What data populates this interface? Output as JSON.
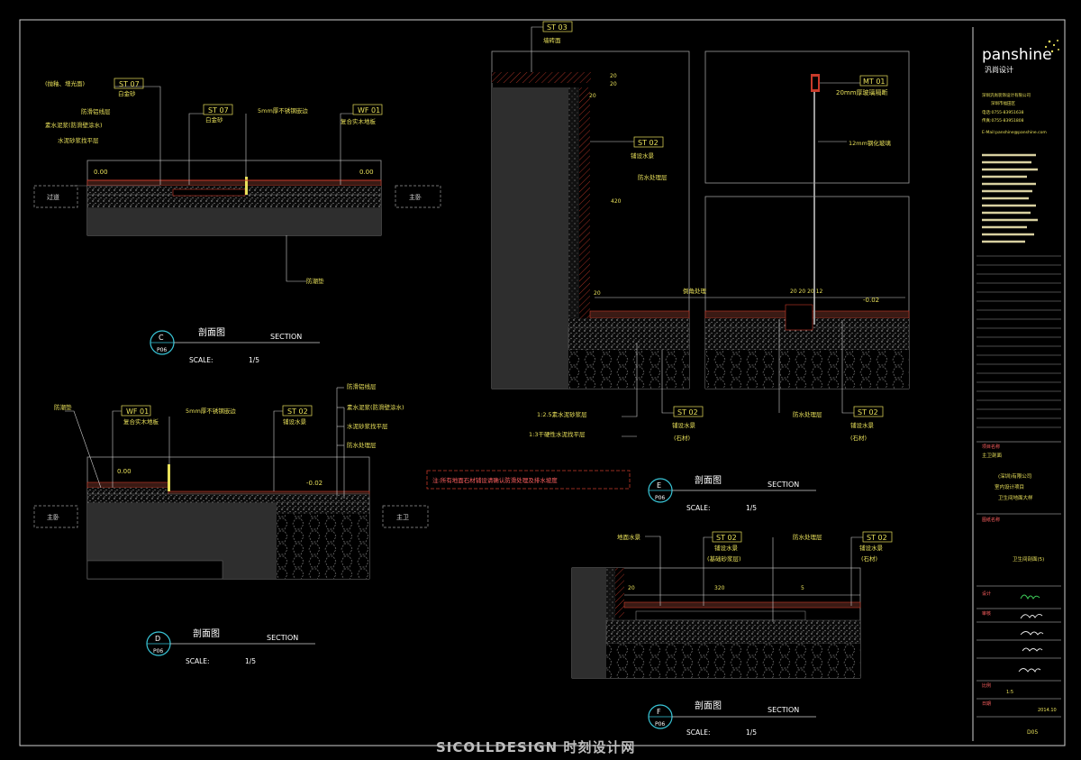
{
  "sections": {
    "c": {
      "tags": [
        "ST 07",
        "ST 07",
        "WF 01"
      ],
      "notes": [
        "(抛釉、增光面)",
        "白金砂",
        "防滑铝线层",
        "素水泥浆(防滑壁涂水)",
        "水泥砂浆找平层"
      ],
      "center_labels": [
        "白金砂",
        "5mm厚不锈钢嵌边"
      ],
      "right_notes": [
        "复合实木地板"
      ],
      "levels": [
        "0.00",
        "0.00"
      ],
      "rooms": [
        "过道",
        "主卧"
      ],
      "bottom_note": "防潮垫",
      "title_cn": "剖面图",
      "title_en": "SECTION",
      "scale_label": "SCALE:",
      "scale_value": "1/5",
      "bubble_letter": "C",
      "bubble_ref": "P06"
    },
    "d": {
      "tags": [
        "WF 01",
        "ST 02"
      ],
      "notes": [
        "防潮垫",
        "复合实木地板",
        "5mm厚不锈钢嵌边",
        "铺设水景"
      ],
      "right_notes": [
        "防滑铝线层",
        "素水泥浆(防滑壁涂水)",
        "水泥砂浆找平层",
        "防水处理层"
      ],
      "levels": [
        "0.00",
        "-0.02"
      ],
      "rooms": [
        "主卧",
        "主卫"
      ],
      "title_cn": "剖面图",
      "title_en": "SECTION",
      "scale_label": "SCALE:",
      "scale_value": "1/5",
      "bubble_letter": "D",
      "bubble_ref": "P06"
    },
    "e": {
      "tags": [
        "ST 03",
        "ST 02",
        "MT 01",
        "ST 02",
        "ST 02"
      ],
      "notes": [
        "墙砖面",
        "铺设水景",
        "防水处理层",
        "20mm厚玻璃隔断",
        "12mm钢化玻璃",
        "倒角处理"
      ],
      "bottom_notes": [
        "1:2.5素水泥砂浆层",
        "1:3干硬性水泥找平层",
        "铺设水景",
        "(石材)",
        "防水处理层",
        "铺设水景",
        "(石材)"
      ],
      "dims": [
        "20",
        "20",
        "20",
        "20",
        "420",
        "-0.02",
        "20 20 20 12"
      ],
      "title_cn": "剖面图",
      "title_en": "SECTION",
      "scale_label": "SCALE:",
      "scale_value": "1/5",
      "bubble_letter": "E",
      "bubble_ref": "P06"
    },
    "f": {
      "tags": [
        "ST 02",
        "ST 02"
      ],
      "notes": [
        "地面水景",
        "铺设水景",
        "(基础砂浆层)",
        "防水处理层",
        "铺设水景",
        "(石材)"
      ],
      "dims": [
        "20",
        "320",
        "5"
      ],
      "title_cn": "剖面图",
      "title_en": "SECTION",
      "scale_label": "SCALE:",
      "scale_value": "1/5",
      "bubble_letter": "F",
      "bubble_ref": "P06"
    }
  },
  "red_note": "注:所有地面石材铺设请确认防滑处理及排水坡度",
  "title_block": {
    "logo": "panshine",
    "logo_sub": "汎尚设计",
    "company_lines": [
      "深圳汎尚装饰设计有限公司",
      "深圳市福田区",
      "电话:0755-83951638",
      "传真:0755-83951808",
      "E-Mail:panshine@panshine.com"
    ],
    "rows": [
      "项目名称",
      "图纸名称",
      "设计",
      "审核",
      "比例",
      "日期"
    ],
    "project": [
      "主卫剖面",
      "(深圳)有限公司",
      "室内设计项目",
      "卫生间地面大样"
    ],
    "sheet_name": "卫生间剖面(5)",
    "scale": "1:5",
    "date": "2014.10",
    "sheet_no": "D05"
  },
  "watermark": "SICOLLDESIGN 时刻设计网",
  "colors": {
    "frame": "#cfcfcf",
    "cad_yellow": "#e8e05a",
    "cad_red": "#c83a2a",
    "cad_cyan": "#39c6d8",
    "fill_gray": "#2e2e2e"
  }
}
